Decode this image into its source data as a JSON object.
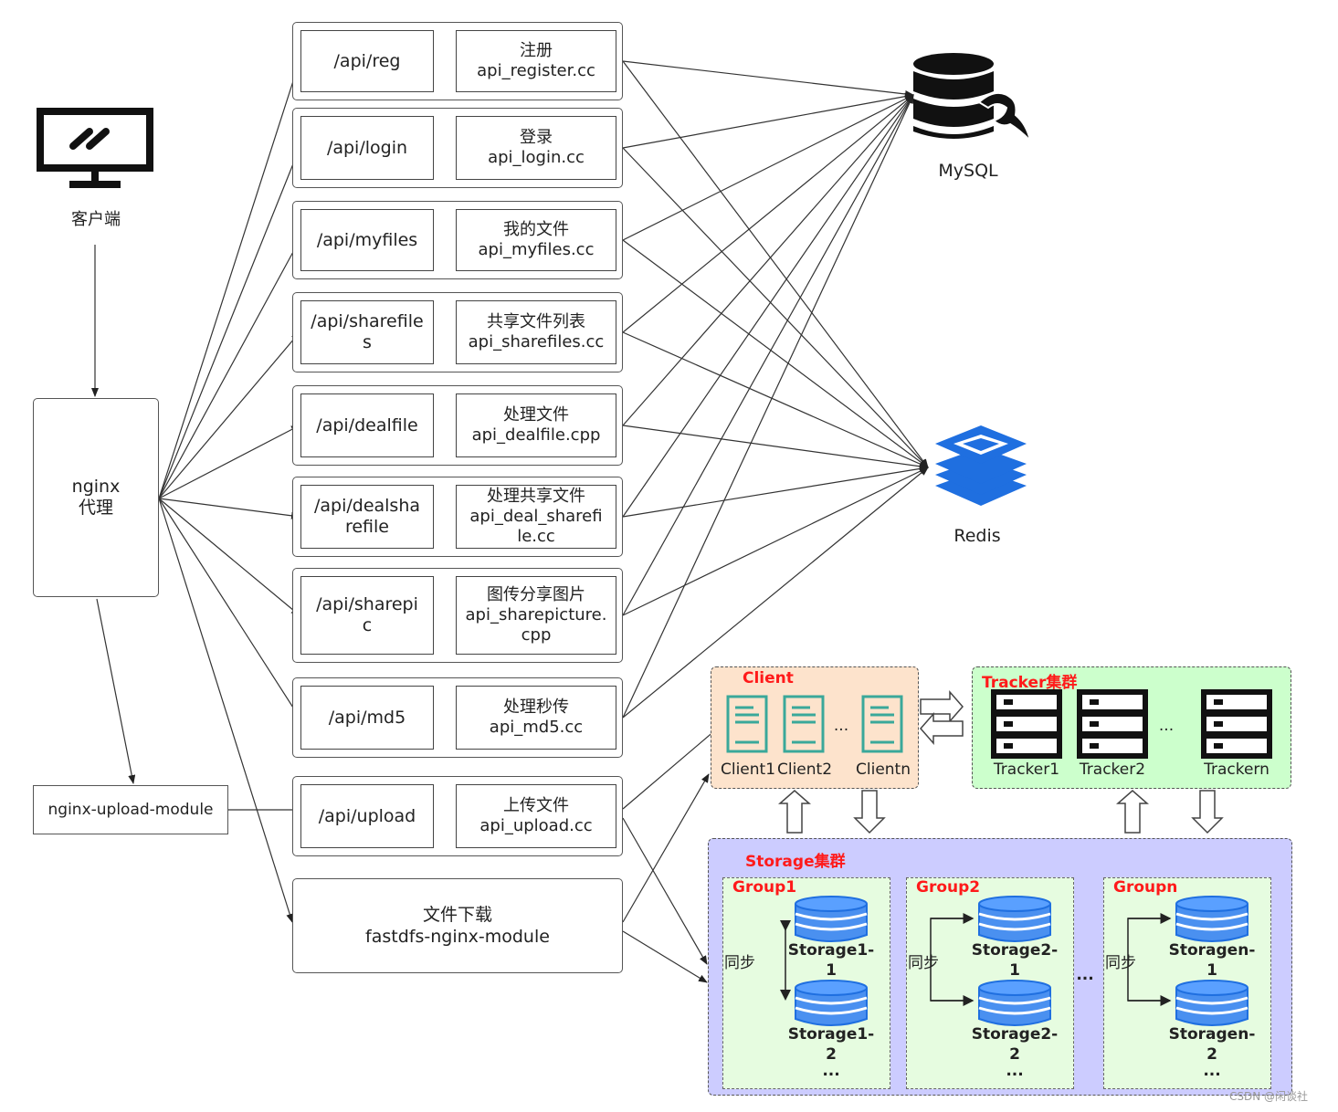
{
  "client": {
    "label": "客户端"
  },
  "nginx": {
    "label_line1": "nginx",
    "label_line2": "代理"
  },
  "upload_module": {
    "label": "nginx-upload-module"
  },
  "routes": [
    {
      "path": "/api/reg",
      "name_line1": "注册",
      "name_line2": "api_register.cc",
      "name_line3": ""
    },
    {
      "path": "/api/login",
      "name_line1": "登录",
      "name_line2": "api_login.cc",
      "name_line3": ""
    },
    {
      "path": "/api/myfiles",
      "name_line1": "我的文件",
      "name_line2": "api_myfiles.cc",
      "name_line3": ""
    },
    {
      "path": "/api/sharefile\ns",
      "name_line1": "共享文件列表",
      "name_line2": "api_sharefiles.cc",
      "name_line3": ""
    },
    {
      "path": "/api/dealfile",
      "name_line1": "处理文件",
      "name_line2": "api_dealfile.cpp",
      "name_line3": ""
    },
    {
      "path": "/api/dealsha\nrefile",
      "name_line1": "处理共享文件",
      "name_line2": "api_deal_sharefi",
      "name_line3": "le.cc"
    },
    {
      "path": "/api/sharepi\nc",
      "name_line1": "图传分享图片",
      "name_line2": "api_sharepicture.",
      "name_line3": "cpp"
    },
    {
      "path": "/api/md5",
      "name_line1": "处理秒传",
      "name_line2": "api_md5.cc",
      "name_line3": ""
    },
    {
      "path": "/api/upload",
      "name_line1": "上传文件",
      "name_line2": "api_upload.cc",
      "name_line3": ""
    }
  ],
  "download": {
    "line1": "文件下载",
    "line2": "fastdfs-nginx-module"
  },
  "mysql": {
    "label": "MySQL",
    "color": "#111111"
  },
  "redis": {
    "label": "Redis",
    "color": "#1f6fe0"
  },
  "client_cluster": {
    "title": "Client",
    "bg": "#fde3cc",
    "items": [
      "Client1",
      "Client2",
      "Clientn"
    ],
    "ellipsis": "..."
  },
  "tracker_cluster": {
    "title": "Tracker集群",
    "bg": "#ccffcc",
    "items": [
      "Tracker1",
      "Tracker2",
      "Trackern"
    ],
    "ellipsis": "..."
  },
  "storage_cluster": {
    "title": "Storage集群",
    "bg": "#ccccff",
    "ellipsis": "...",
    "groups": [
      {
        "title": "Group1",
        "sync": "同步",
        "s1": "Storage1-\n1",
        "s2": "Storage1-\n2",
        "more": "..."
      },
      {
        "title": "Group2",
        "sync": "同步",
        "s1": "Storage2-\n1",
        "s2": "Storage2-\n2",
        "more": "..."
      },
      {
        "title": "Groupn",
        "sync": "同步",
        "s1": "Storagen-\n1",
        "s2": "Storagen-\n2",
        "more": "..."
      }
    ]
  },
  "watermark": "CSDN @闲谈社"
}
